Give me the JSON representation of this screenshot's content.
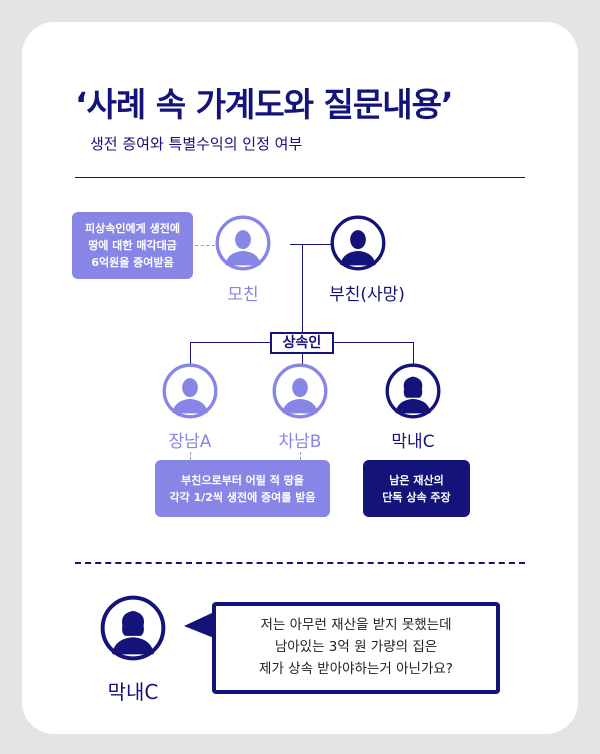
{
  "header": {
    "title": "‘사례 속 가계도와 질문내용’",
    "subtitle": "생전 증여와 특별수익의 인정 여부"
  },
  "colors": {
    "navy": "#14137a",
    "lavender": "#8785e6"
  },
  "tree": {
    "mother": {
      "label": "모친",
      "note": [
        "피상속인에게 생전에",
        "땅에 대한 매각대금",
        "6억원을 증여받음"
      ]
    },
    "father": {
      "label": "부친(사망)"
    },
    "heirs_label": "상속인",
    "children": [
      {
        "label": "장남A"
      },
      {
        "label": "차남B"
      },
      {
        "label": "막내C"
      }
    ],
    "ab_note": [
      "부친으로부터 어릴 적 땅을",
      "각각 1/2씩 생전에 증여를 받음"
    ],
    "c_note": [
      "남은 재산의",
      "단독 상속 주장"
    ]
  },
  "question": {
    "speaker": "막내C",
    "lines": [
      "저는 아무런 재산을 받지 못했는데",
      "남아있는 3억 원 가량의 집은",
      "제가 상속 받아야하는거 아닌가요?"
    ]
  }
}
